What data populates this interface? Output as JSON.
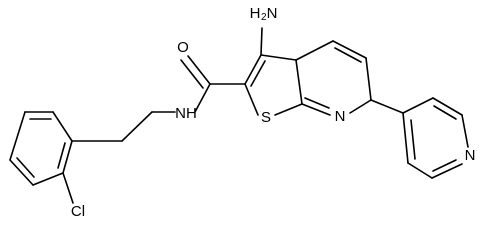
{
  "structure": {
    "labels": {
      "amine_main": "H",
      "amine_sub": "2",
      "amine_n": "N",
      "carbonyl_o": "O",
      "amide_nh": "NH",
      "thiophene_s": "S",
      "pyridine_n": "N",
      "pyridyl_n": "N",
      "chloro": "Cl"
    }
  }
}
